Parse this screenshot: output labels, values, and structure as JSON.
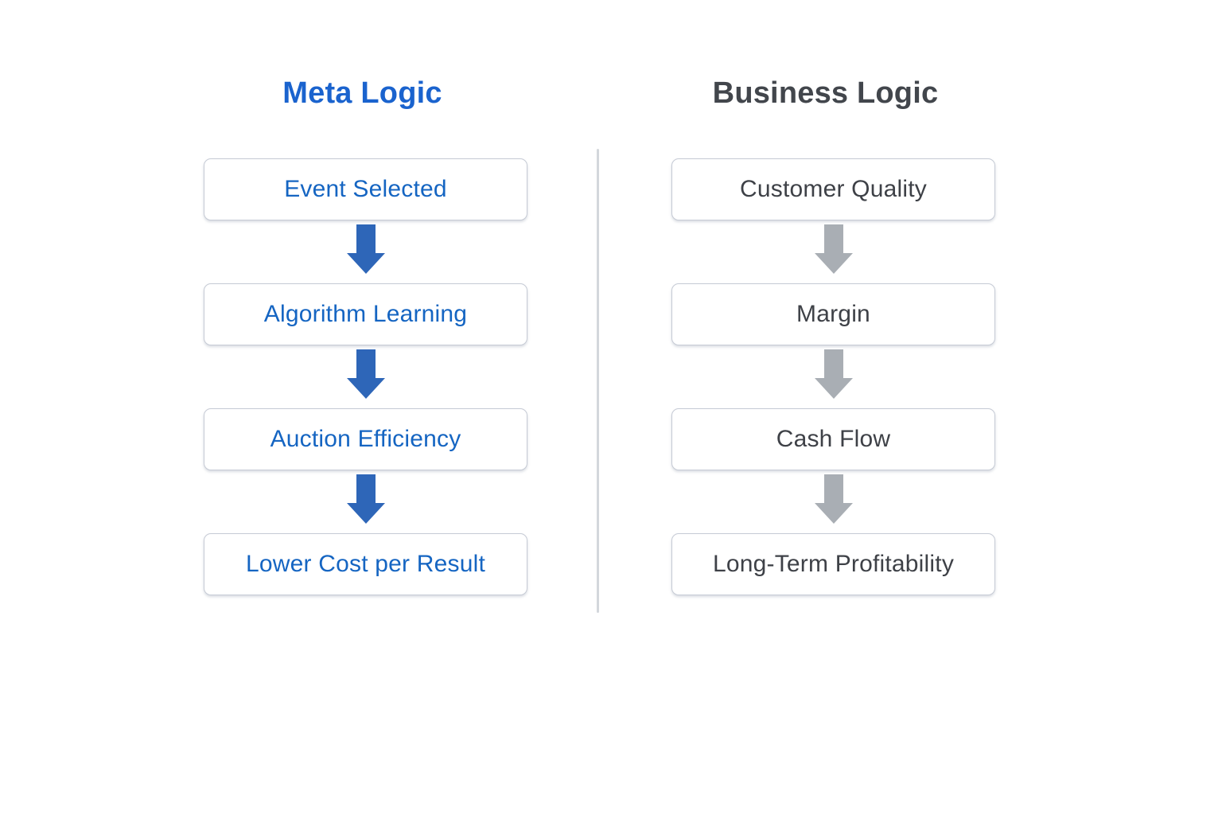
{
  "page": {
    "background_color": "#ffffff"
  },
  "box_style": {
    "border_color": "#c6cbd5"
  },
  "divider": {
    "color": "#d3d7dc"
  },
  "columns": [
    {
      "title": "Meta Logic",
      "title_color": "#1a63ce",
      "box_text_color": "#1565c2",
      "arrow_color": "#2e66b8",
      "steps": [
        "Event Selected",
        "Algorithm Learning",
        "Auction Efficiency",
        "Lower Cost per Result"
      ]
    },
    {
      "title": "Business Logic",
      "title_color": "#42464c",
      "box_text_color": "#3e4147",
      "arrow_color": "#a9aeb4",
      "steps": [
        "Customer Quality",
        "Margin",
        "Cash Flow",
        "Long-Term Profitability"
      ]
    }
  ]
}
